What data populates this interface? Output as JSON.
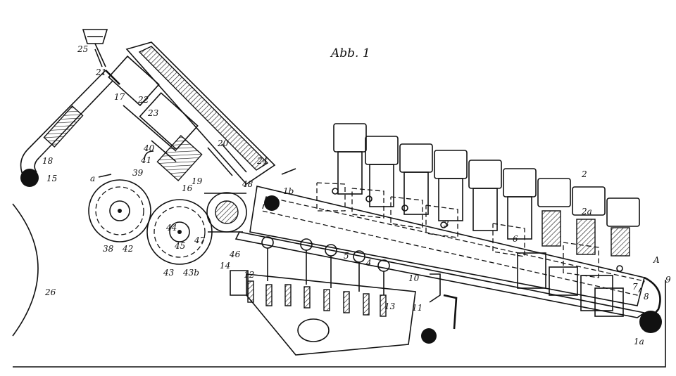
{
  "figure": {
    "title": "Abb. 1"
  },
  "labels": {
    "l25": "25",
    "l21": "21",
    "l17": "17",
    "l22": "22",
    "l23": "23",
    "l18": "18",
    "l15": "15",
    "l40": "40",
    "l41": "41",
    "l20": "20",
    "l24": "24",
    "l39": "39",
    "la": "a",
    "l19": "19",
    "l16": "16",
    "l48": "48",
    "l1b": "1b",
    "l38": "38",
    "l42": "42",
    "l44": "44",
    "l45": "45",
    "l47": "47",
    "l43": "43",
    "l43b": "43b",
    "l14": "14",
    "l46": "46",
    "l12": "12",
    "l26": "26",
    "l2": "2",
    "l2a": "2a",
    "l3": "3",
    "l6": "6",
    "l5": "5",
    "l4": "4",
    "l10": "10",
    "l13": "13",
    "l11": "11",
    "lA": "A",
    "l9": "9",
    "l7": "7",
    "l8": "8",
    "l1a": "1a"
  }
}
